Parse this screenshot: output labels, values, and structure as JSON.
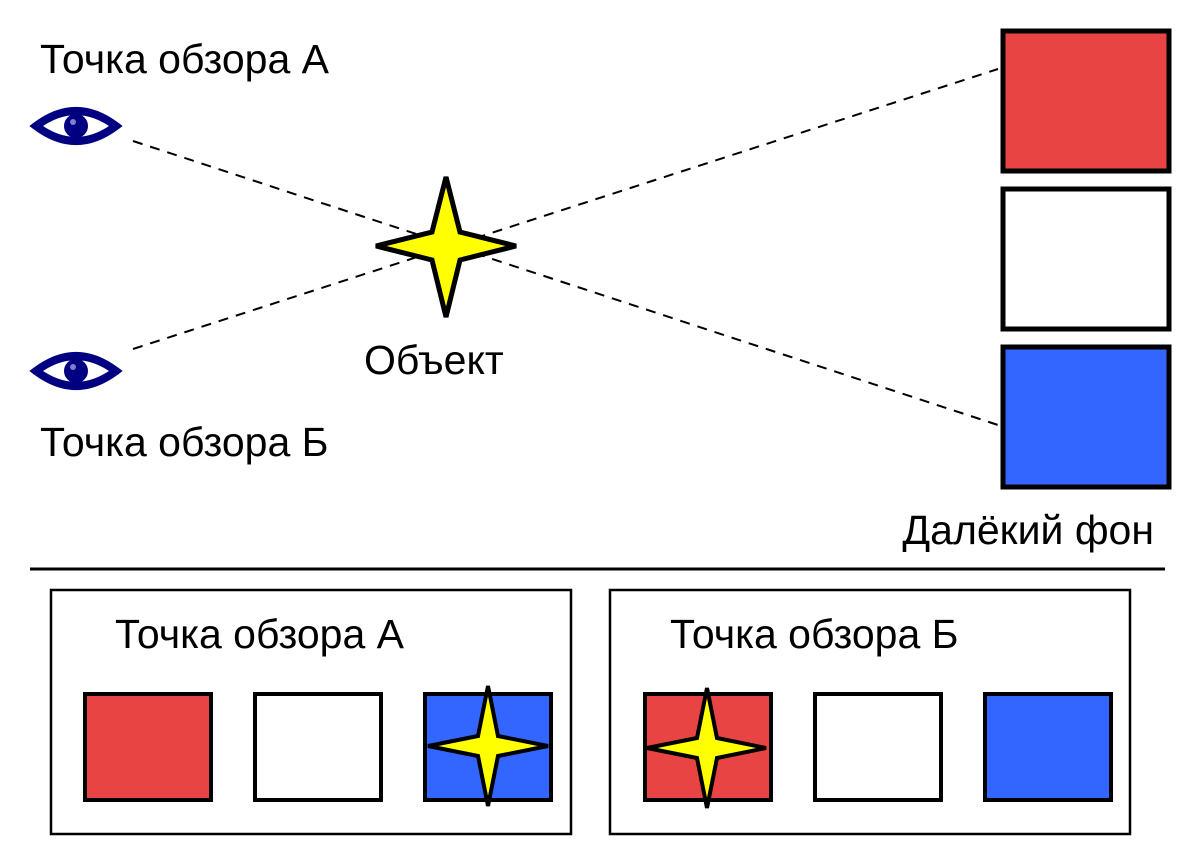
{
  "labels": {
    "viewpoint_a": "Точка обзора A",
    "viewpoint_b": "Точка обзора Б",
    "object": "Объект",
    "background": "Далёкий фон"
  },
  "panels": {
    "a": {
      "title": "Точка обзора A",
      "star_on": "blue"
    },
    "b": {
      "title": "Точка обзора Б",
      "star_on": "red"
    }
  },
  "colors": {
    "red": "#e84444",
    "white": "#ffffff",
    "blue": "#3366ff",
    "star": "#ffff00",
    "eye": "#000080",
    "stroke": "#000000"
  },
  "icons": {
    "eye": "eye-icon",
    "object": "star-icon"
  }
}
